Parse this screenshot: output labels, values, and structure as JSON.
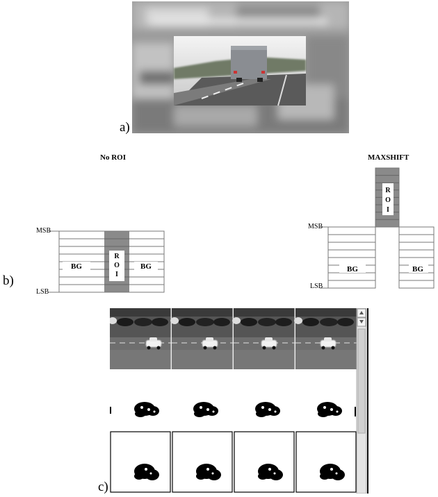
{
  "panels": {
    "a": {
      "letter": "a)"
    },
    "b": {
      "letter": "b)"
    },
    "c": {
      "letter": "c)"
    }
  },
  "diagram": {
    "left": {
      "header": "No ROI",
      "msb": "MSB",
      "lsb": "LSB",
      "bg_left": "BG",
      "bg_right": "BG",
      "roi_letters": [
        "R",
        "O",
        "I"
      ]
    },
    "right": {
      "header": "MAXSHIFT",
      "msb": "MSB",
      "lsb": "LSB",
      "bg_left": "BG",
      "bg_right": "BG",
      "roi_letters": [
        "R",
        "O",
        "I"
      ]
    }
  },
  "colors": {
    "roi_fill": "#8a8a8a",
    "line": "#777777",
    "frame": "#000000"
  },
  "icons": {
    "scroll_up": "up-arrow-icon",
    "scroll_down": "down-arrow-icon"
  }
}
